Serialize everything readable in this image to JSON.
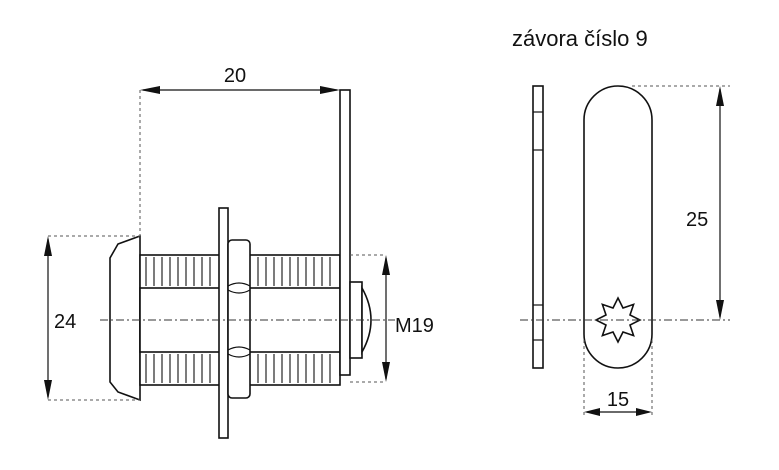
{
  "title": "závora číslo 9",
  "dimensions": {
    "width_top": "20",
    "height_left": "24",
    "thread": "M19",
    "height_right": "25",
    "width_bottom": "15"
  }
}
